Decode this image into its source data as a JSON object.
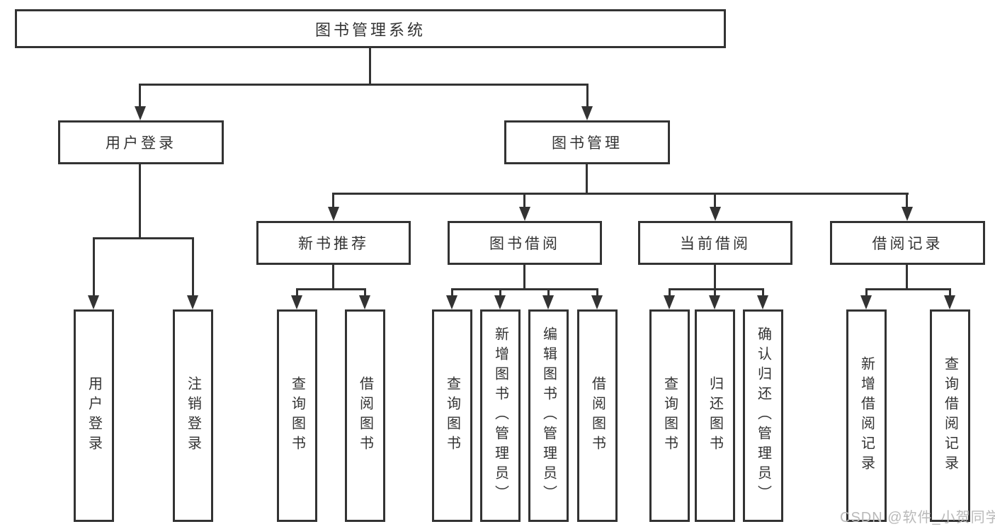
{
  "diagram": {
    "root": {
      "label": "图书管理系统"
    },
    "branches": [
      {
        "label": "用户登录",
        "children": [
          {
            "label": "用户登录"
          },
          {
            "label": "注销登录"
          }
        ]
      },
      {
        "label": "图书管理",
        "children": [
          {
            "label": "新书推荐",
            "children": [
              {
                "label": "查询图书"
              },
              {
                "label": "借阅图书"
              }
            ]
          },
          {
            "label": "图书借阅",
            "children": [
              {
                "label": "查询图书"
              },
              {
                "label": "新增图书（管理员）"
              },
              {
                "label": "编辑图书（管理员）"
              },
              {
                "label": "借阅图书"
              }
            ]
          },
          {
            "label": "当前借阅",
            "children": [
              {
                "label": "查询图书"
              },
              {
                "label": "归还图书"
              },
              {
                "label": "确认归还（管理员）"
              }
            ]
          },
          {
            "label": "借阅记录",
            "children": [
              {
                "label": "新增借阅记录"
              },
              {
                "label": "查询借阅记录"
              }
            ]
          }
        ]
      }
    ],
    "watermark": "CSDN @软件_小贺同学",
    "colors": {
      "line": "#333333",
      "text": "#333333",
      "watermark": "#b9b9b9",
      "background": "#ffffff",
      "box_fill": "#ffffff"
    }
  }
}
